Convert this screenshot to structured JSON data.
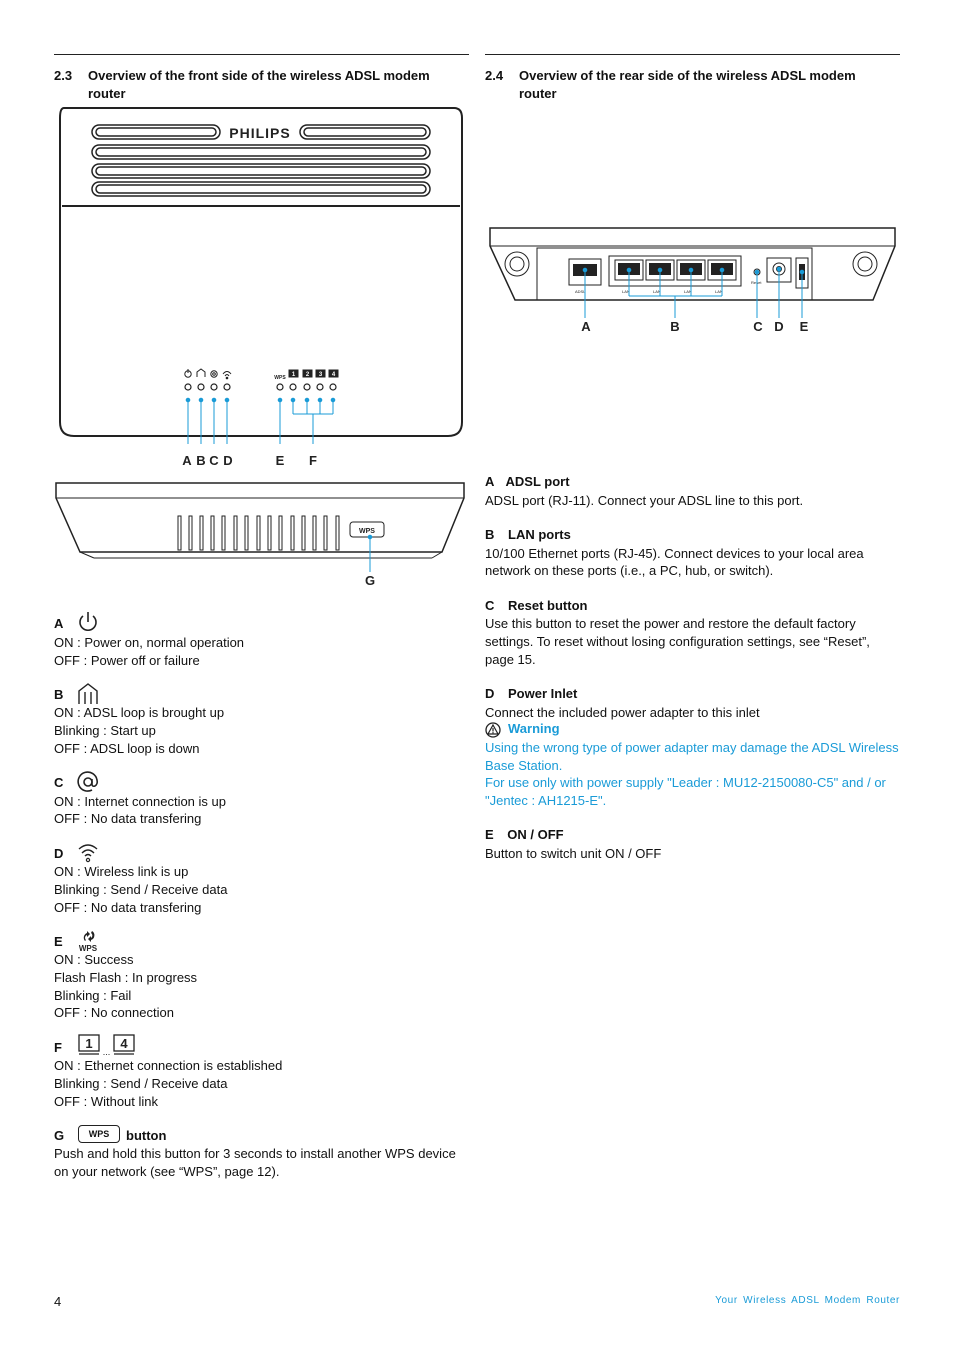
{
  "left": {
    "section_num": "2.3",
    "section_title_1": "Overview of the front side of the wireless ADSL modem",
    "section_title_2": "router",
    "brand": "PHILIPS",
    "callouts": {
      "a": "A",
      "b": "B",
      "c": "C",
      "d": "D",
      "e": "E",
      "f": "F",
      "g": "G"
    },
    "wps_label": "WPS",
    "led_ports": [
      "1",
      "2",
      "3",
      "4"
    ],
    "wps_small": "WPS",
    "items": {
      "A": {
        "letter": "A",
        "lines": [
          "ON : Power on, normal operation",
          "OFF : Power off or failure"
        ]
      },
      "B": {
        "letter": "B",
        "lines": [
          "ON : ADSL loop is brought up",
          "Blinking : Start up",
          "OFF : ADSL loop is down"
        ]
      },
      "C": {
        "letter": "C",
        "lines": [
          "ON : Internet connection is up",
          "OFF : No data transfering"
        ]
      },
      "D": {
        "letter": "D",
        "lines": [
          "ON : Wireless link is up",
          "Blinking : Send / Receive data",
          "OFF : No data transfering"
        ]
      },
      "E": {
        "letter": "E",
        "lines": [
          "ON : Success",
          "Flash Flash : In progress",
          "Blinking : Fail",
          "OFF : No connection"
        ]
      },
      "F": {
        "letter": "F",
        "icon_first": "1",
        "icon_dots": "...",
        "icon_last": "4",
        "lines": [
          "ON : Ethernet connection is established",
          "Blinking : Send / Receive data",
          "OFF : Without link"
        ]
      },
      "G": {
        "letter": "G",
        "icon_text": "WPS",
        "suffix": "button",
        "lines": [
          "Push and hold this button for 3 seconds to install another WPS device",
          "on your network (see “WPS”, page 12)."
        ]
      }
    }
  },
  "right": {
    "section_num": "2.4",
    "section_title_1": "Overview of the rear side of the wireless ADSL modem",
    "section_title_2": "router",
    "callouts": {
      "a": "A",
      "b": "B",
      "c": "C",
      "d": "D",
      "e": "E"
    },
    "port_labels": {
      "adsl": "ADSL",
      "lan": "LAN",
      "reset": "Reset"
    },
    "items": {
      "A": {
        "letter": "A",
        "title": "ADSL port",
        "lines": [
          "ADSL port (RJ-11). Connect your ADSL line to this port."
        ]
      },
      "B": {
        "letter": "B",
        "title": "LAN ports",
        "lines": [
          "10/100 Ethernet ports (RJ-45). Connect devices to your local area",
          "network on these ports (i.e., a PC, hub, or switch)."
        ]
      },
      "C": {
        "letter": "C",
        "title": "Reset button",
        "lines": [
          "Use this button to reset the power and restore the default factory",
          "settings. To reset without losing configuration settings, see “Reset”,",
          "page 15."
        ]
      },
      "D": {
        "letter": "D",
        "title": "Power Inlet",
        "lines": [
          "Connect the included power adapter to this inlet"
        ],
        "warning_title": "Warning",
        "warning_lines": [
          "Using the wrong type of power adapter may damage the ADSL Wireless",
          "Base Station.",
          "For use only with power supply \"Leader : MU12-2150080-C5\" and / or",
          "\"Jentec : AH1215-E\"."
        ]
      },
      "E": {
        "letter": "E",
        "title": "ON / OFF",
        "lines": [
          "Button to switch unit ON / OFF"
        ]
      }
    }
  },
  "footer": {
    "page_number": "4",
    "title": "Your Wireless ADSL Modem Router"
  }
}
